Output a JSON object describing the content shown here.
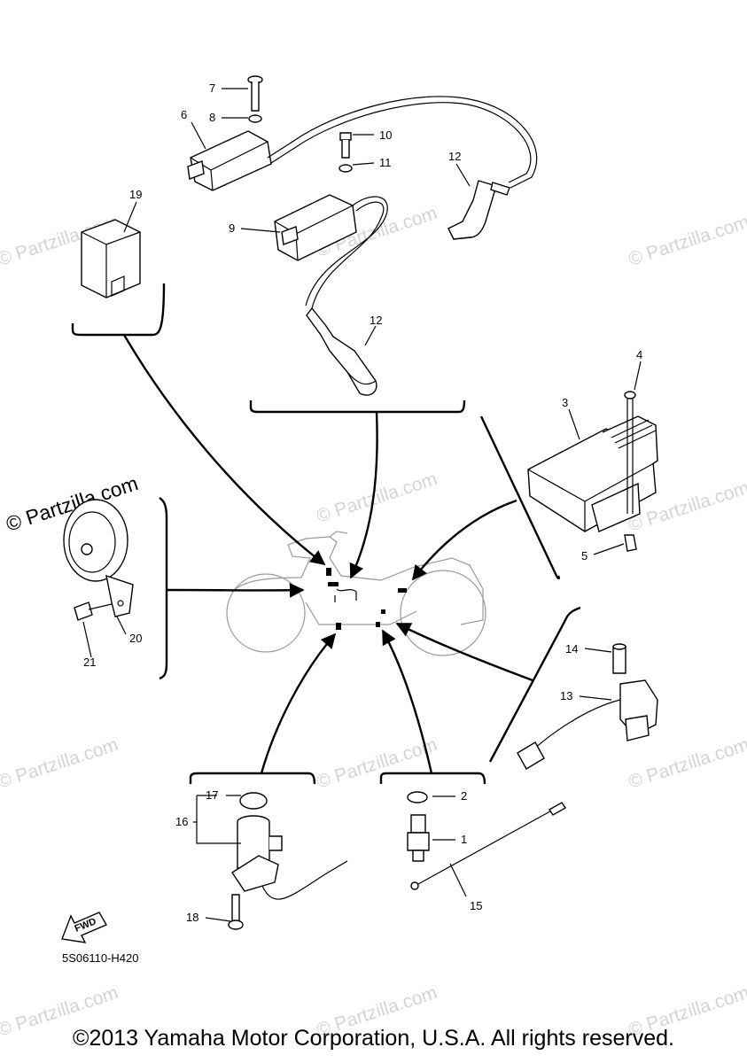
{
  "watermarks": {
    "text": "© Partzilla.com",
    "brand_text": "© Partzilla.com"
  },
  "callouts": {
    "c1": "1",
    "c2": "2",
    "c3": "3",
    "c4": "4",
    "c5": "5",
    "c6": "6",
    "c7": "7",
    "c8": "8",
    "c9": "9",
    "c10": "10",
    "c11": "11",
    "c12a": "12",
    "c12b": "12",
    "c13": "13",
    "c14": "14",
    "c15": "15",
    "c16": "16",
    "c17": "17",
    "c18": "18",
    "c19": "19",
    "c20": "20",
    "c21": "21"
  },
  "fwd_label": "FWD",
  "diagram_code": "5S06110-H420",
  "copyright": "©2013 Yamaha Motor Corporation, U.S.A. All rights reserved."
}
